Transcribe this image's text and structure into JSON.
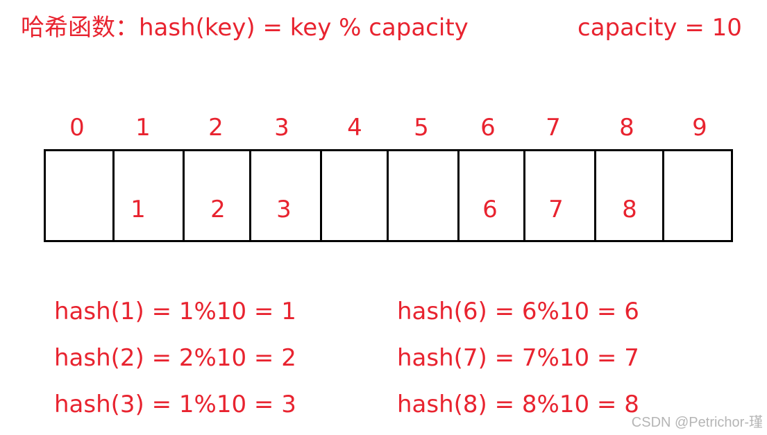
{
  "header": {
    "title": "哈希函数：hash(key) = key % capacity",
    "capacity": "capacity = 10"
  },
  "array": {
    "indices": [
      "0",
      "1",
      "2",
      "3",
      "4",
      "5",
      "6",
      "7",
      "8",
      "9"
    ],
    "cells": [
      "",
      "1",
      "2",
      "3",
      "",
      "",
      "6",
      "7",
      "8",
      ""
    ]
  },
  "formulas": {
    "left": [
      "hash(1) = 1%10 = 1",
      "hash(2) = 2%10 = 2",
      "hash(3) = 1%10 = 3"
    ],
    "right": [
      "hash(6) = 6%10 = 6",
      "hash(7) = 7%10 = 7",
      "hash(8) = 8%10 = 8"
    ]
  },
  "watermark": "CSDN @Petrichor-瑾",
  "colors": {
    "text": "#e8232f",
    "border": "#000000",
    "watermark": "#b5b5b5"
  }
}
